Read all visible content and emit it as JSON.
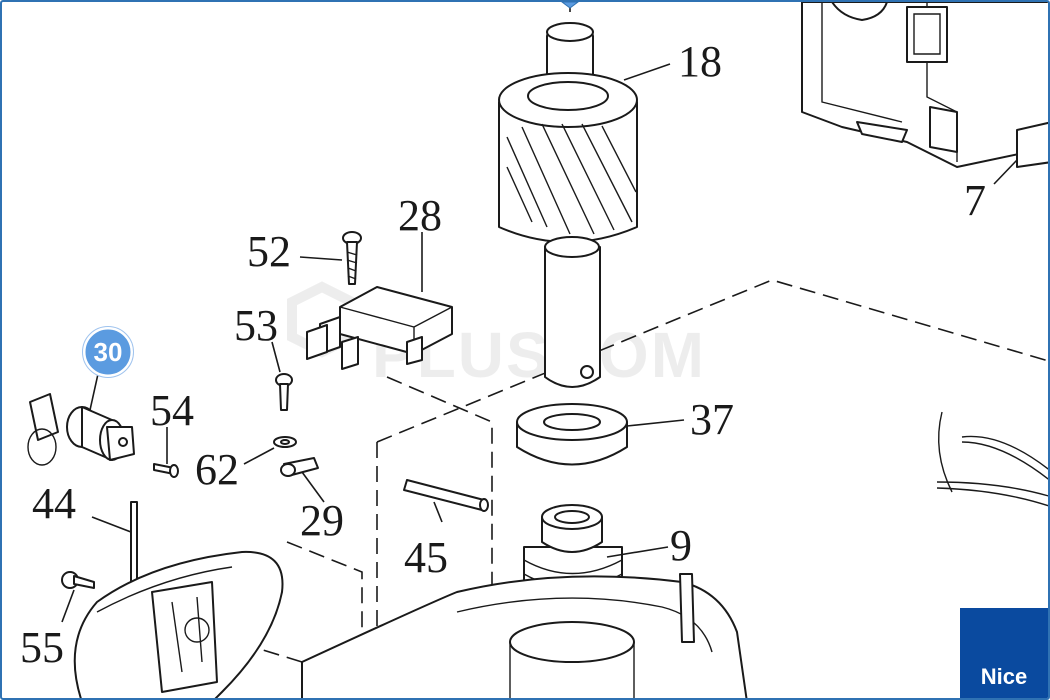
{
  "labels": {
    "p18": "18",
    "p7": "7",
    "p28": "28",
    "p52": "52",
    "p53": "53",
    "p54": "54",
    "p62": "62",
    "p29": "29",
    "p37": "37",
    "p44": "44",
    "p45": "45",
    "p9": "9",
    "p55": "55"
  },
  "highlighted_part": "30",
  "watermark": "PLUSCOM",
  "brand": "Nice",
  "colors": {
    "badge": "#5b9be0",
    "frame": "#2f72b3",
    "brand_bg": "#0a4a9f"
  }
}
